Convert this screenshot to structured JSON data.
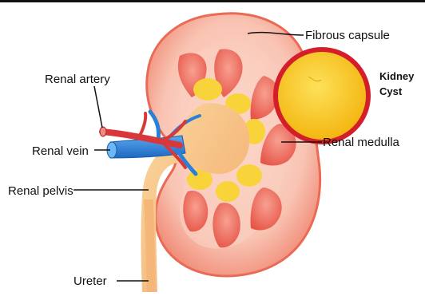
{
  "diagram": {
    "labels": {
      "fibrous_capsule": "Fibrous capsule",
      "renal_artery": "Renal artery",
      "renal_vein": "Renal vein",
      "renal_pelvis": "Renal pelvis",
      "ureter": "Ureter",
      "renal_medulla": "Renal medulla",
      "kidney_cyst_line1": "Kidney",
      "kidney_cyst_line2": "Cyst"
    },
    "colors": {
      "cortex_outer": "#f7b4a4",
      "cortex_edge": "#e85a4a",
      "pyramid": "#ee6a5a",
      "pelvis": "#f6c07a",
      "pelvis_yellow": "#f6d53a",
      "artery": "#d9383a",
      "vein": "#2a7fd6",
      "cyst_fill": "#f7c81a",
      "cyst_ring": "#d41f2a",
      "leader": "#111111"
    }
  }
}
